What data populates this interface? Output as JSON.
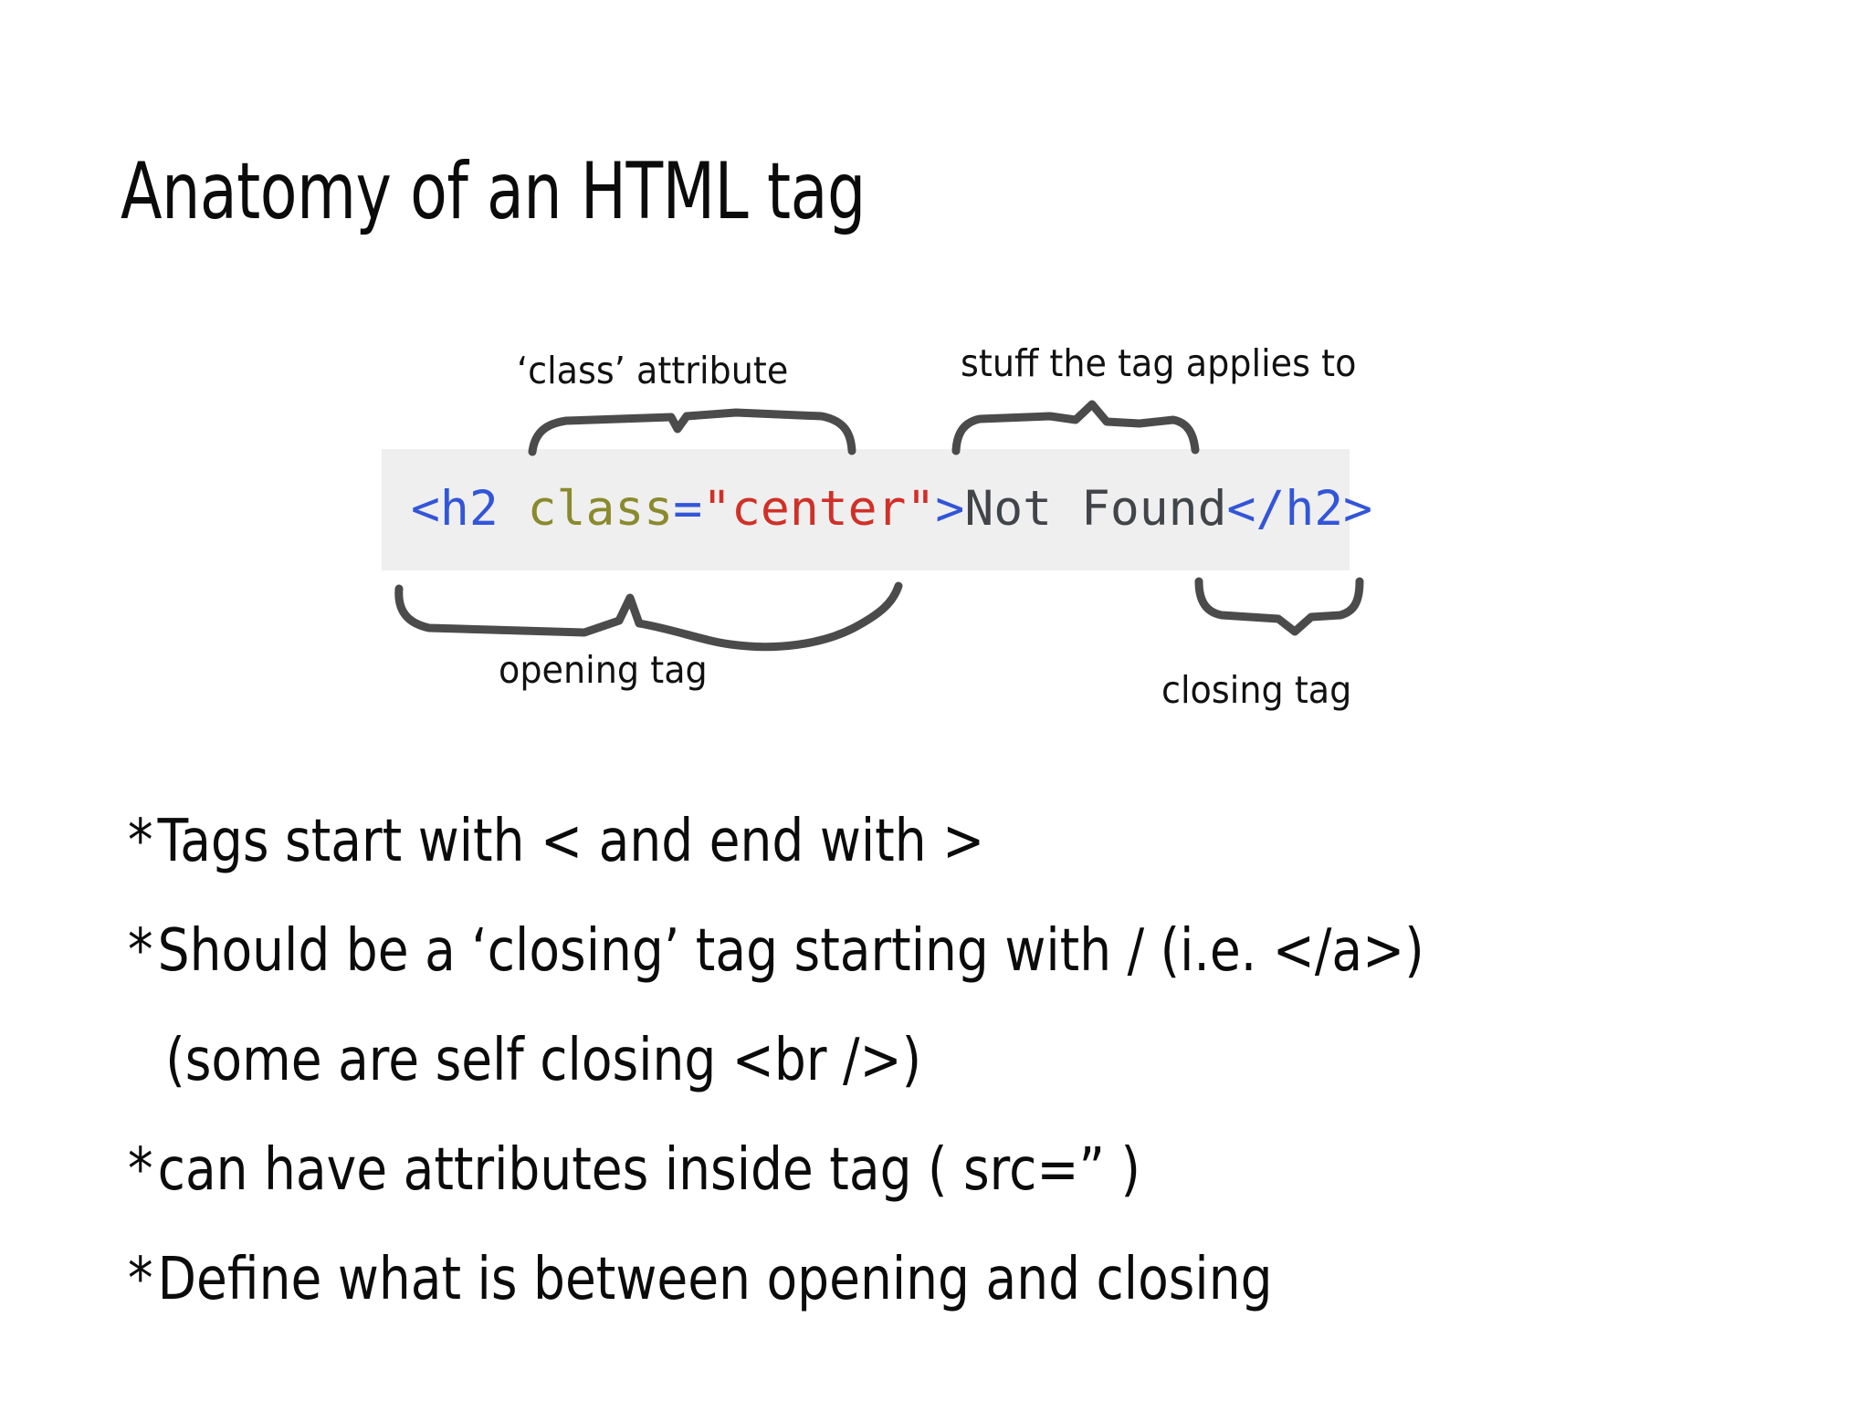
{
  "slide": {
    "title": "Anatomy of an HTML tag",
    "background_color": "#ffffff",
    "text_color": "#0b0b0b"
  },
  "diagram": {
    "code_block": {
      "background_color": "#efefef",
      "full_text": "<h2 class=\"center\">Not Found</h2>",
      "tokens": [
        {
          "text": "<h2 ",
          "role": "tag-open",
          "color": "#3355d8"
        },
        {
          "text": "class",
          "role": "attribute-name",
          "color": "#8a8a2e"
        },
        {
          "text": "=",
          "role": "equals",
          "color": "#3355d8"
        },
        {
          "text": "\"center\"",
          "role": "attribute-value",
          "color": "#d03028"
        },
        {
          "text": ">",
          "role": "tag-close",
          "color": "#3355d8"
        },
        {
          "text": "Not Found",
          "role": "content",
          "color": "#414448"
        },
        {
          "text": "</h2>",
          "role": "tag-closing",
          "color": "#3355d8"
        }
      ]
    },
    "annotations": [
      {
        "id": "class-attribute",
        "label": "‘class’ attribute",
        "position": "above-left",
        "brace_color": "#4b4b4b"
      },
      {
        "id": "stuff-applies-to",
        "label": "stuff the tag applies to",
        "position": "above-right",
        "brace_color": "#4b4b4b"
      },
      {
        "id": "opening-tag",
        "label": "opening tag",
        "position": "below-left",
        "brace_color": "#4b4b4b"
      },
      {
        "id": "closing-tag",
        "label": "closing tag",
        "position": "below-right",
        "brace_color": "#4b4b4b"
      }
    ]
  },
  "bullets": [
    {
      "mark": "*",
      "text": "Tags start with < and end with >",
      "continuation": false
    },
    {
      "mark": "*",
      "text": "Should be a ‘closing’ tag starting with / (i.e. </a>)",
      "continuation": false
    },
    {
      "mark": "",
      "text": "(some are self closing <br />)",
      "continuation": true
    },
    {
      "mark": "*",
      "text": "can have attributes inside tag ( src=” )",
      "continuation": false
    },
    {
      "mark": "*",
      "text": "Define what is between opening and closing",
      "continuation": false
    }
  ]
}
